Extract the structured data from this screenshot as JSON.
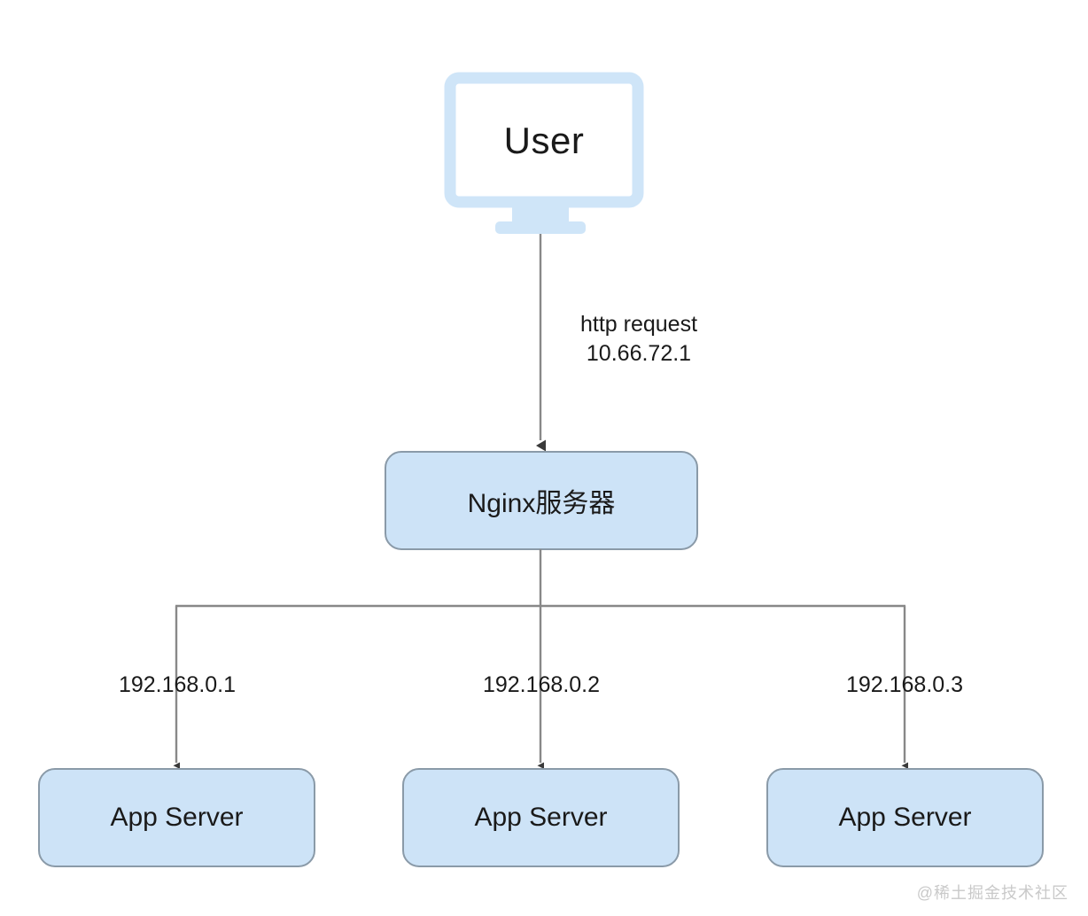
{
  "diagram": {
    "title": "Nginx load balancing diagram",
    "colors": {
      "node_fill": "#cde3f7",
      "node_stroke": "#8a9aa8",
      "monitor_frame": "#cfe5f8",
      "edge_stroke": "#888888",
      "arrow_fill": "#3a3a3a",
      "text": "#1a1a1a",
      "watermark": "#c9c9c9",
      "background": "#ffffff"
    },
    "nodes": {
      "user": {
        "label": "User",
        "shape": "monitor"
      },
      "nginx": {
        "label": "Nginx服务器",
        "shape": "rounded-rect"
      },
      "app_servers": [
        {
          "label": "App Server",
          "shape": "rounded-rect"
        },
        {
          "label": "App Server",
          "shape": "rounded-rect"
        },
        {
          "label": "App Server",
          "shape": "rounded-rect"
        }
      ]
    },
    "edges": {
      "user_to_nginx": {
        "line1": "http request",
        "line2": "10.66.72.1"
      },
      "nginx_to_apps": [
        {
          "label": "192.168.0.1"
        },
        {
          "label": "192.168.0.2"
        },
        {
          "label": "192.168.0.3"
        }
      ]
    },
    "watermark": "@稀土掘金技术社区"
  }
}
